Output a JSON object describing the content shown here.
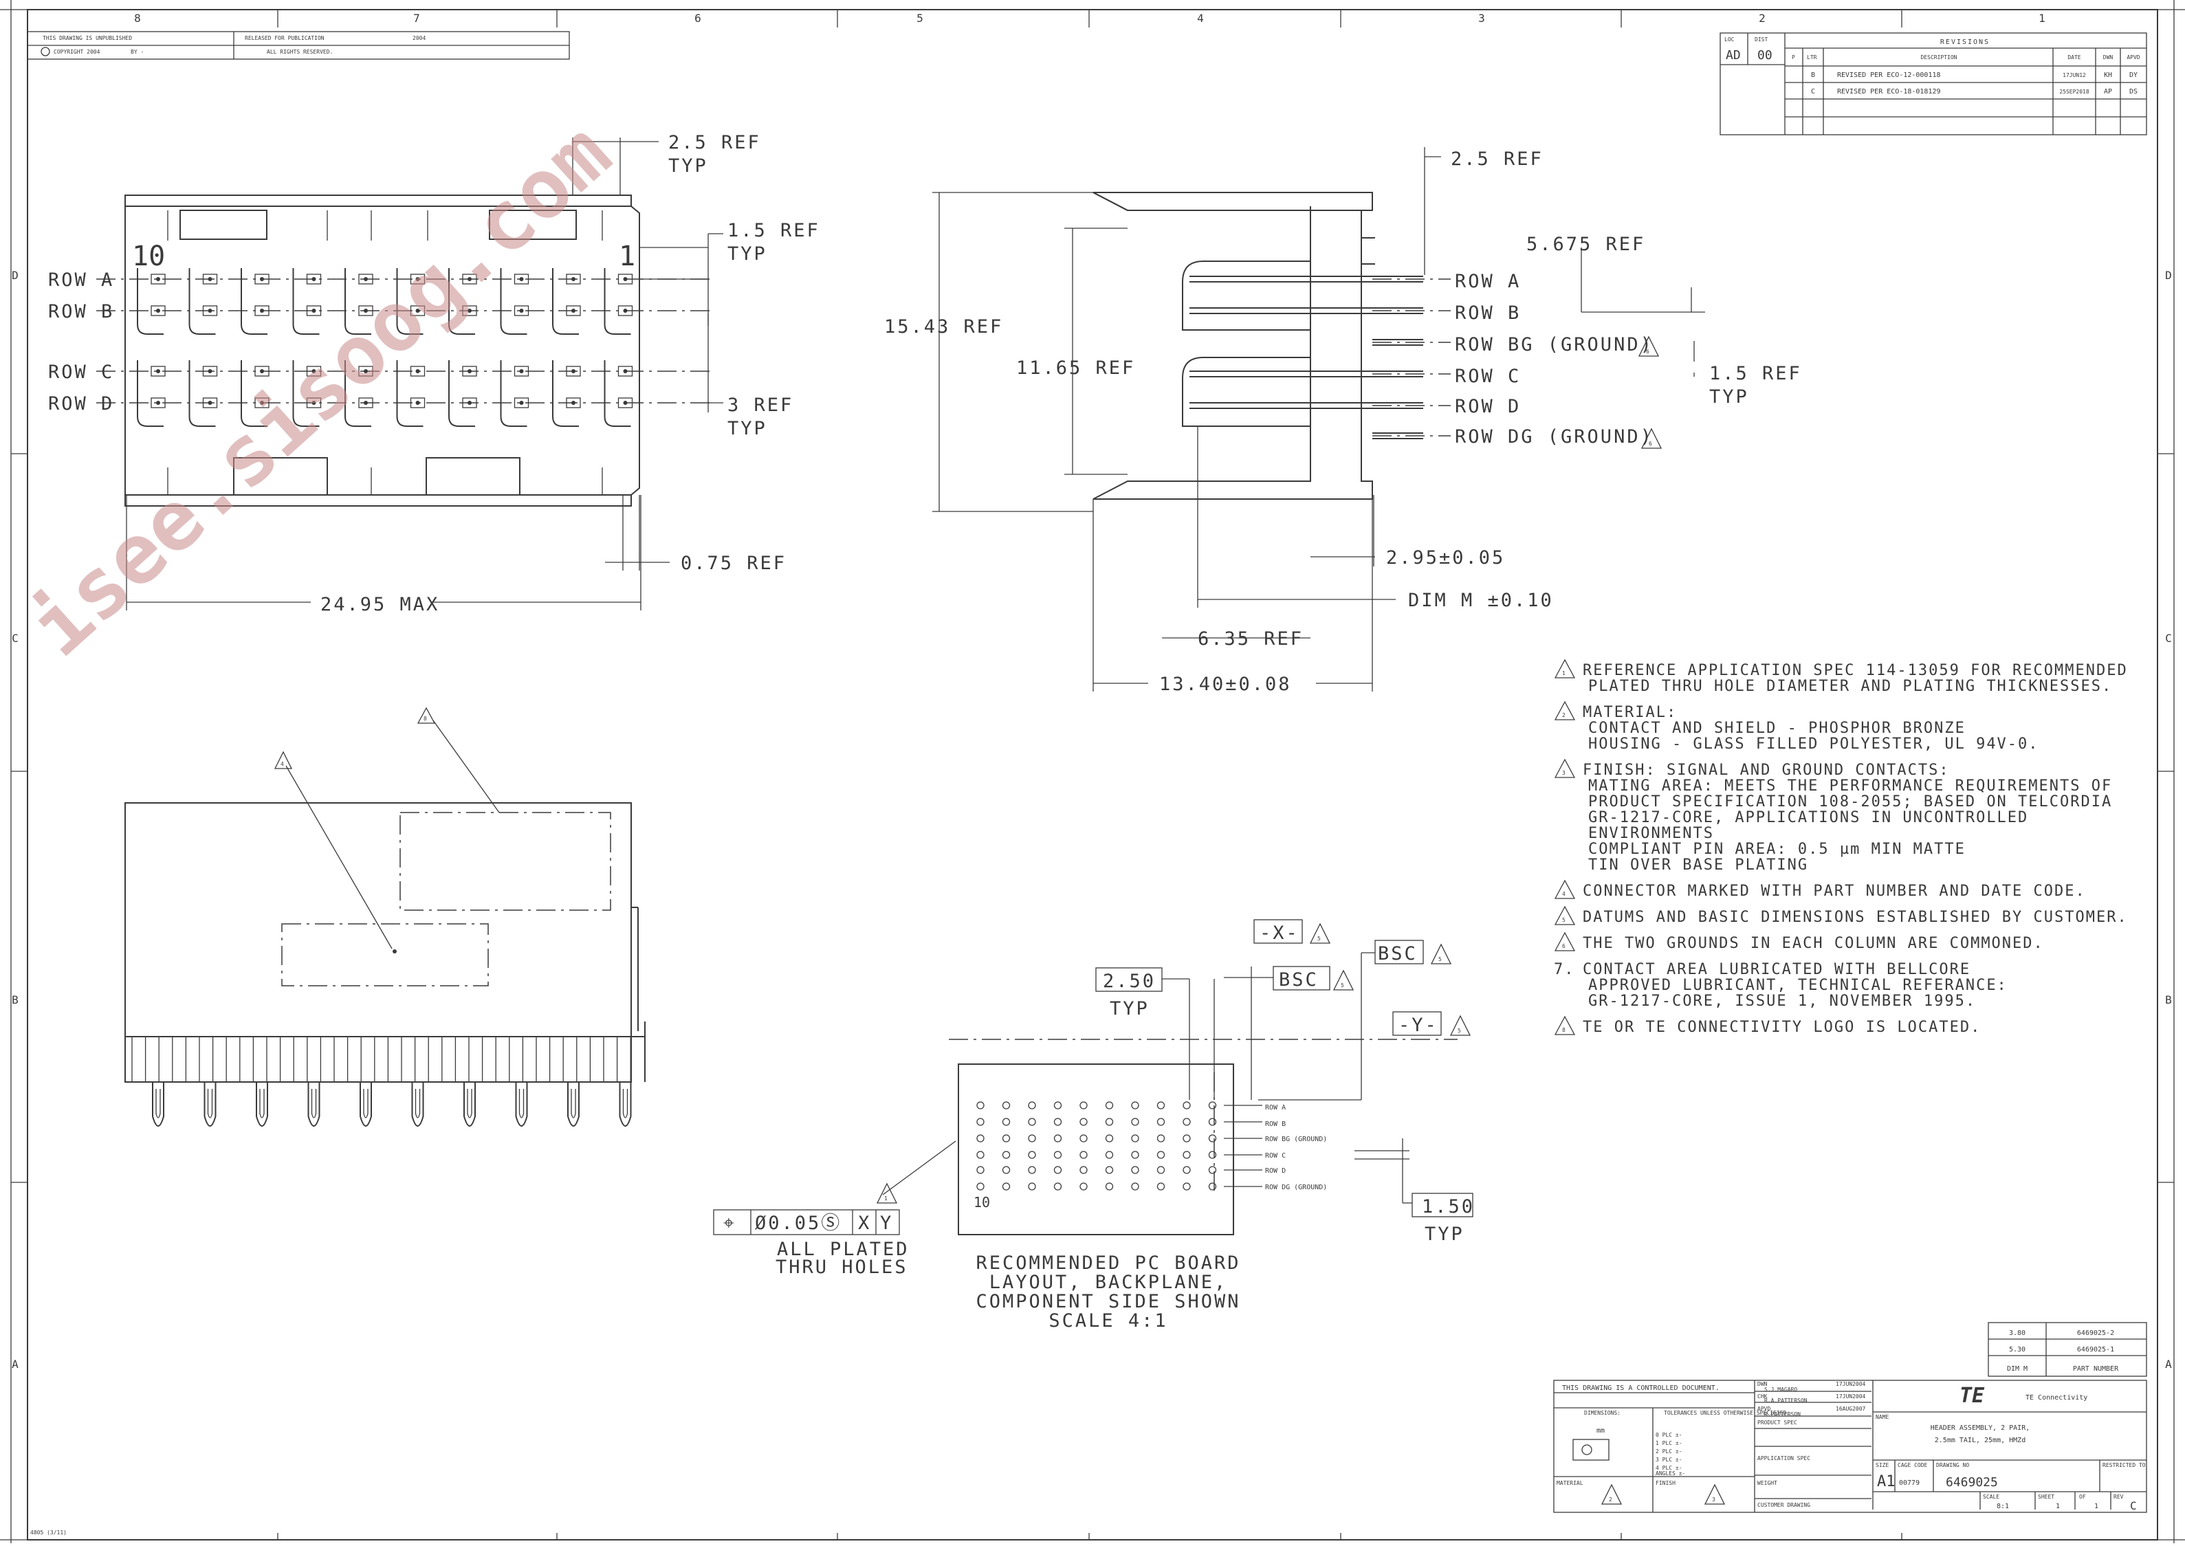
{
  "border": {
    "zones_top": [
      "8",
      "7",
      "6",
      "5",
      "4",
      "3",
      "2",
      "1"
    ],
    "zones_side": [
      "D",
      "C",
      "B",
      "A"
    ]
  },
  "header_block": {
    "unpublished": "THIS DRAWING IS UNPUBLISHED",
    "copyright": "COPYRIGHT 2004",
    "by": "BY -",
    "released": "RELEASED FOR PUBLICATION",
    "year": "2004",
    "rights": "ALL RIGHTS RESERVED."
  },
  "revisions": {
    "loc_label": "LOC",
    "loc_value": "AD",
    "dist_label": "DIST",
    "dist_value": "00",
    "title": "REVISIONS",
    "columns": [
      "P",
      "LTR",
      "DESCRIPTION",
      "DATE",
      "DWN",
      "APVD"
    ],
    "rows": [
      {
        "ltr": "B",
        "desc": "REVISED PER ECO-12-000118",
        "date": "17JUN12",
        "dwn": "KH",
        "apvd": "DY"
      },
      {
        "ltr": "C",
        "desc": "REVISED PER ECO-18-018129",
        "date": "25SEP2018",
        "dwn": "AP",
        "apvd": "DS"
      }
    ]
  },
  "front_view": {
    "col_10": "10",
    "col_1": "1",
    "rows": [
      "ROW A",
      "ROW B",
      "ROW C",
      "ROW D"
    ],
    "dims": {
      "ref_2_5": "2.5 REF",
      "typ": "TYP",
      "ref_1_5": "1.5 REF",
      "ref_3": "3 REF",
      "ref_0_75": "0.75 REF",
      "max_24_95": "24.95 MAX"
    }
  },
  "side_view": {
    "rows": [
      "ROW A",
      "ROW B",
      "ROW BG (GROUND)",
      "ROW C",
      "ROW D",
      "ROW DG (GROUND)"
    ],
    "flag_6": "6",
    "dims": {
      "ref_2_5": "2.5 REF",
      "ref_5_675": "5.675 REF",
      "ref_15_43": "15.43 REF",
      "ref_11_65": "11.65 REF",
      "ref_1_5": "1.5 REF",
      "typ": "TYP",
      "tol_2_95": "2.95±0.05",
      "dim_m": "DIM M ±0.10",
      "ref_6_35": "6.35 REF",
      "tol_13_40": "13.40±0.08"
    }
  },
  "bottom_view": {
    "flag_4": "4",
    "flag_8": "8"
  },
  "pcb_layout": {
    "datum_x": "-X-",
    "datum_y": "-Y-",
    "bsc": "BSC",
    "flag_5": "5",
    "flag_1": "1",
    "dim_2_50": "2.50",
    "dim_1_50": "1.50",
    "typ": "TYP",
    "col_label": "10",
    "rows": [
      "ROW A",
      "ROW B",
      "ROW BG (GROUND)",
      "ROW C",
      "ROW D",
      "ROW DG (GROUND)"
    ],
    "fcf": {
      "symbol": "⌖",
      "tol": "Ø0.05Ⓢ",
      "a": "X",
      "b": "Y"
    },
    "holes_note": [
      "ALL PLATED",
      "THRU HOLES"
    ],
    "caption": [
      "RECOMMENDED PC BOARD",
      "LAYOUT, BACKPLANE,",
      "COMPONENT SIDE SHOWN",
      "SCALE  4:1"
    ]
  },
  "notes": [
    {
      "flag": "1",
      "lines": [
        "REFERENCE APPLICATION SPEC 114-13059 FOR RECOMMENDED",
        "PLATED THRU HOLE DIAMETER AND PLATING THICKNESSES."
      ]
    },
    {
      "flag": "2",
      "lines": [
        "MATERIAL:",
        "CONTACT AND SHIELD - PHOSPHOR BRONZE",
        "HOUSING - GLASS FILLED POLYESTER, UL 94V-0."
      ]
    },
    {
      "flag": "3",
      "lines": [
        "FINISH: SIGNAL AND GROUND CONTACTS:",
        "MATING AREA: MEETS THE PERFORMANCE REQUIREMENTS OF",
        " PRODUCT SPECIFICATION 108-2055; BASED ON TELCORDIA",
        " GR-1217-CORE, APPLICATIONS IN UNCONTROLLED",
        " ENVIRONMENTS",
        "COMPLIANT PIN AREA: 0.5 µm MIN MATTE",
        " TIN OVER BASE PLATING"
      ]
    },
    {
      "flag": "4",
      "lines": [
        "CONNECTOR MARKED WITH PART NUMBER AND DATE CODE."
      ]
    },
    {
      "flag": "5",
      "lines": [
        "DATUMS AND BASIC DIMENSIONS ESTABLISHED BY CUSTOMER."
      ]
    },
    {
      "flag": "6",
      "lines": [
        "THE TWO GROUNDS IN EACH COLUMN ARE COMMONED."
      ]
    },
    {
      "flag": "",
      "num": "7.",
      "lines": [
        "CONTACT AREA LUBRICATED WITH BELLCORE",
        "APPROVED LUBRICANT, TECHNICAL REFERANCE:",
        "GR-1217-CORE, ISSUE 1, NOVEMBER 1995."
      ]
    },
    {
      "flag": "8",
      "lines": [
        "TE OR TE CONNECTIVITY LOGO IS LOCATED."
      ]
    }
  ],
  "part_table": {
    "rows": [
      {
        "dim": "3.80",
        "part": "6469025-2"
      },
      {
        "dim": "5.30",
        "part": "6469025-1"
      }
    ],
    "header_dim": "DIM M",
    "header_part": "PART NUMBER"
  },
  "title_block": {
    "controlled": "THIS DRAWING IS A CONTROLLED DOCUMENT.",
    "dimensions": "DIMENSIONS:",
    "units": "mm",
    "tolerances": "TOLERANCES UNLESS OTHERWISE SPECIFIED:",
    "places": [
      "0 PLC  ±-",
      "1 PLC  ±-",
      "2 PLC  ±-",
      "3 PLC  ±-",
      "4 PLC  ±-",
      "ANGLES  ±-"
    ],
    "material": "MATERIAL",
    "finish": "FINISH",
    "material_flag": "2",
    "finish_flag": "3",
    "dwn_label": "DWN",
    "dwn_name": "S.J.MAGARO",
    "dwn_date": "17JUN2004",
    "chk_label": "CHK",
    "chk_name": "R.A.PATTERSON",
    "chk_date": "17JUN2004",
    "apvd_label": "APVD",
    "apvd_name": "R.PATTERSON",
    "apvd_date": "16AUG2007",
    "product_spec": "PRODUCT SPEC",
    "application_spec": "APPLICATION SPEC",
    "weight": "WEIGHT",
    "customer_drawing": "CUSTOMER DRAWING",
    "logo": "TE",
    "company": "TE Connectivity",
    "name_label": "NAME",
    "title_lines": [
      "HEADER ASSEMBLY, 2 PAIR,",
      "2.5mm TAIL, 25mm, HMZd"
    ],
    "size_label": "SIZE",
    "size": "A1",
    "cage_label": "CAGE CODE",
    "cage": "00779",
    "dwg_label": "DRAWING NO",
    "dwg": "6469025",
    "restricted": "RESTRICTED TO",
    "scale_label": "SCALE",
    "scale": "8:1",
    "sheet_label": "SHEET",
    "sheet": "1",
    "of_label": "OF",
    "of": "1",
    "rev_label": "REV",
    "rev": "C"
  },
  "footer_code": "4805 (3/11)",
  "watermark": "isee.sisoog.com"
}
